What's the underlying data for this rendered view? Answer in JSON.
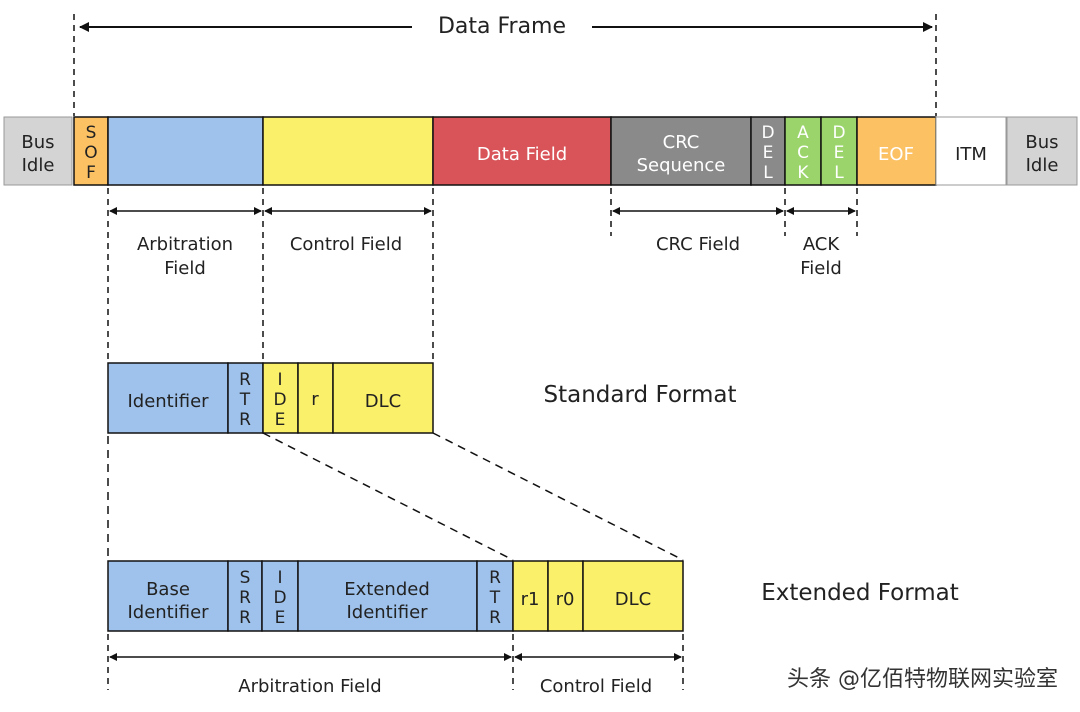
{
  "colors": {
    "blue": "#9ec2ec",
    "yellow": "#fbf069",
    "red": "#d95459",
    "gray": "#8a8a8a",
    "orange": "#fcc163",
    "green": "#9cd46c",
    "idle": "#d4d4d4",
    "itm": "#ffffff"
  },
  "header": {
    "title": "Data Frame"
  },
  "frame": {
    "bus_idle_left": [
      "Bus",
      "Idle"
    ],
    "sof": [
      "S",
      "O",
      "F"
    ],
    "data_field": "Data Field",
    "crc_sequence": [
      "CRC",
      "Sequence"
    ],
    "del1": [
      "D",
      "E",
      "L"
    ],
    "ack": [
      "A",
      "C",
      "K"
    ],
    "del2": [
      "D",
      "E",
      "L"
    ],
    "eof": "EOF",
    "itm": "ITM",
    "bus_idle_right": [
      "Bus",
      "Idle"
    ]
  },
  "frame_labels": {
    "arbitration": [
      "Arbitration",
      "Field"
    ],
    "control": "Control Field",
    "crc_field": "CRC Field",
    "ack_field": [
      "ACK",
      "Field"
    ]
  },
  "standard": {
    "title": "Standard Format",
    "identifier": "Identifier",
    "rtr": [
      "R",
      "T",
      "R"
    ],
    "ide": [
      "I",
      "D",
      "E"
    ],
    "r": "r",
    "dlc": "DLC"
  },
  "extended": {
    "title": "Extended Format",
    "base_identifier": [
      "Base",
      "Identifier"
    ],
    "srr": [
      "S",
      "R",
      "R"
    ],
    "ide": [
      "I",
      "D",
      "E"
    ],
    "extended_identifier": [
      "Extended",
      "Identifier"
    ],
    "rtr": [
      "R",
      "T",
      "R"
    ],
    "r1": "r1",
    "r0": "r0",
    "dlc": "DLC",
    "arbitration_field": "Arbitration Field",
    "control_field": "Control Field"
  },
  "watermark": "头条 @亿佰特物联网实验室"
}
